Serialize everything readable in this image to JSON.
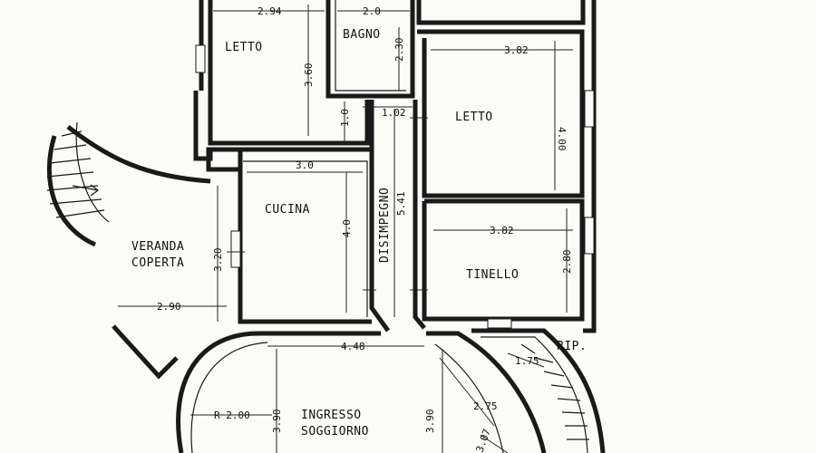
{
  "rooms": {
    "letto_left": "LETTO",
    "bagno": "BAGNO",
    "letto_right": "LETTO",
    "cucina": "CUCINA",
    "disimpegno": "DISIMPEGNO",
    "veranda_line1": "VERANDA",
    "veranda_line2": "COPERTA",
    "tinello": "TINELLO",
    "ingresso_line1": "INGRESSO",
    "ingresso_line2": "SOGGIORNO",
    "rip": "RIP."
  },
  "dimensions": {
    "letto_left_width": "2.94",
    "letto_left_height": "3.60",
    "bagno_width": "2.0",
    "bagno_height": "2.30",
    "passage_height": "1.0",
    "passage_width": "1.02",
    "letto_right_width": "3.82",
    "letto_right_height": "4.00",
    "cucina_width": "3.0",
    "cucina_height": "4.0",
    "disimpegno_length": "5.41",
    "veranda_height": "3.20",
    "veranda_width": "2.90",
    "tinello_width": "3.82",
    "tinello_height": "2.80",
    "soggiorno_width": "4.48",
    "radius": "R 2.00",
    "soggiorno_height_left": "3.90",
    "soggiorno_height_right": "3.90",
    "diag_1": "2.75",
    "stair_1": "1.75",
    "stair_2": "3.07"
  }
}
